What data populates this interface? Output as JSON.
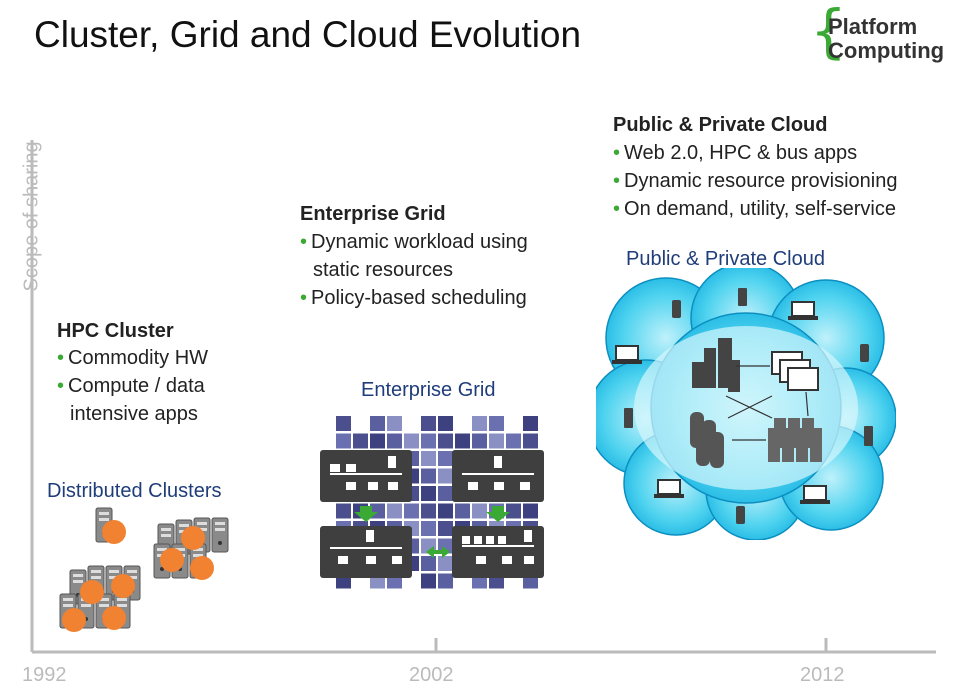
{
  "title": "Cluster, Grid and Cloud Evolution",
  "logo": {
    "line1": "Platform",
    "line2": "Computing"
  },
  "y_axis_label": "Scope of sharing",
  "x_ticks": [
    "1992",
    "2002",
    "2012"
  ],
  "eras": [
    {
      "heading": "HPC Cluster",
      "bullets": [
        "Commodity HW",
        "Compute / data",
        "intensive apps"
      ],
      "diagram_label": "Distributed Clusters"
    },
    {
      "heading": "Enterprise Grid",
      "bullets": [
        "Dynamic workload using",
        "static resources",
        "Policy-based scheduling"
      ],
      "diagram_label": "Enterprise  Grid"
    },
    {
      "heading": "Public & Private Cloud",
      "bullets": [
        "Web 2.0, HPC & bus apps",
        "Dynamic resource provisioning",
        "On demand, utility, self-service"
      ],
      "diagram_label": "Public & Private Cloud"
    }
  ],
  "colors": {
    "accent_green": "#3aaa35",
    "caption_blue": "#1f3d7a",
    "cluster_orange": "#f08232",
    "grid_purple": "#4b4f8e",
    "cloud_cyan": "#1ec3e6"
  }
}
